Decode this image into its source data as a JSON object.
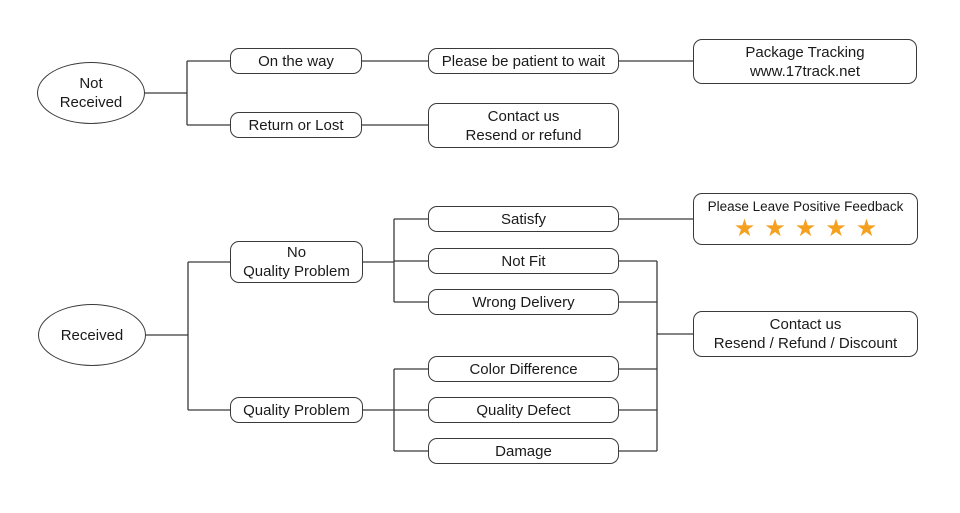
{
  "diagram": {
    "palette": {
      "line": "#3a3a3a",
      "text": "#1a1a1a",
      "background": "#ffffff",
      "star": "#f5a01e"
    },
    "branch_not_received": {
      "root": "Not\nReceived",
      "on_the_way": "On the way",
      "please_be_patient": "Please be patient to wait",
      "package_tracking": "Package Tracking\nwww.17track.net",
      "return_or_lost": "Return or Lost",
      "contact_us": "Contact us\nResend or refund"
    },
    "branch_received": {
      "root": "Received",
      "no_quality_problem": "No\nQuality Problem",
      "quality_problem": "Quality Problem",
      "satisfy": "Satisfy",
      "not_fit": "Not Fit",
      "wrong_delivery": "Wrong Delivery",
      "color_difference": "Color Difference",
      "quality_defect": "Quality Defect",
      "damage": "Damage",
      "feedback_title": "Please Leave Positive Feedback",
      "feedback_stars": "★★★★★",
      "star_count": 5,
      "contact_us": "Contact us\nResend / Refund / Discount"
    }
  }
}
